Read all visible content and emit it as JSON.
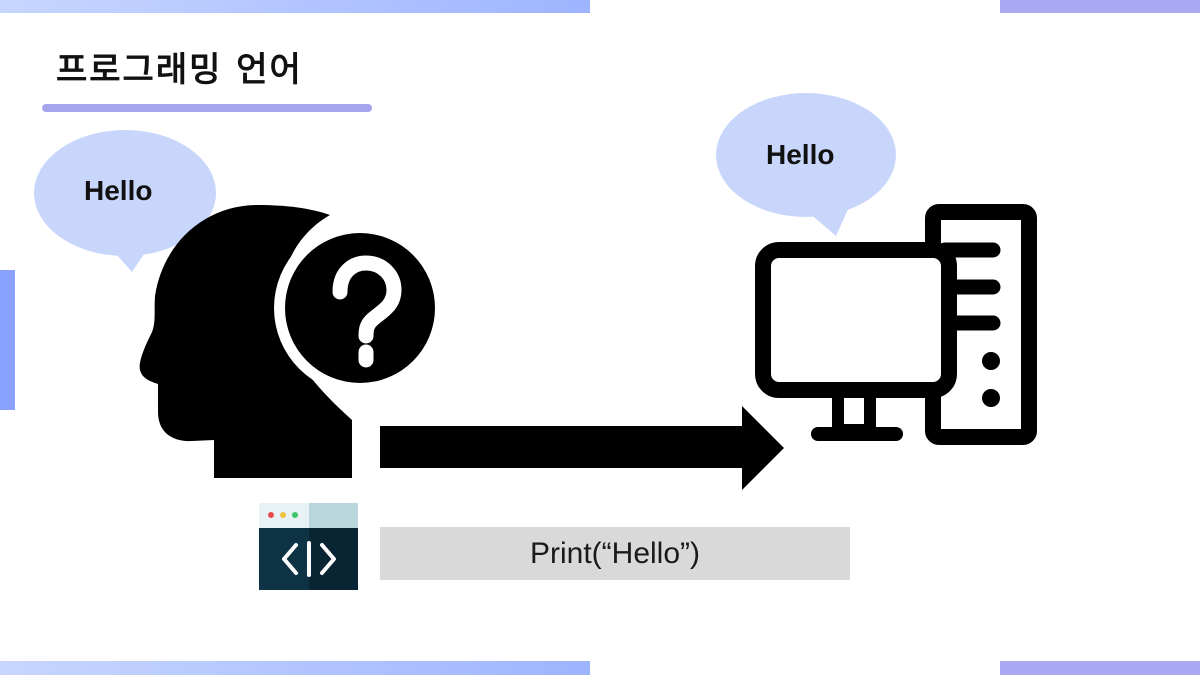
{
  "slide": {
    "title": "프로그래밍 언어",
    "left_bubble_text": "Hello",
    "right_bubble_text": "Hello",
    "code_text": "Print(“Hello”)"
  },
  "icons": {
    "person": "head-with-question-mark-icon",
    "computer": "desktop-computer-icon",
    "code_window": "code-window-icon",
    "arrow": "arrow-right-icon"
  },
  "colors": {
    "accent_bar": "#9fb4ff",
    "accent_purple": "#a9a8f2",
    "speech_bubble": "#c8d6fb",
    "code_box_bg": "#d9d9d9",
    "code_icon_dark": "#0d3345",
    "code_icon_light": "#b9d6dc"
  }
}
